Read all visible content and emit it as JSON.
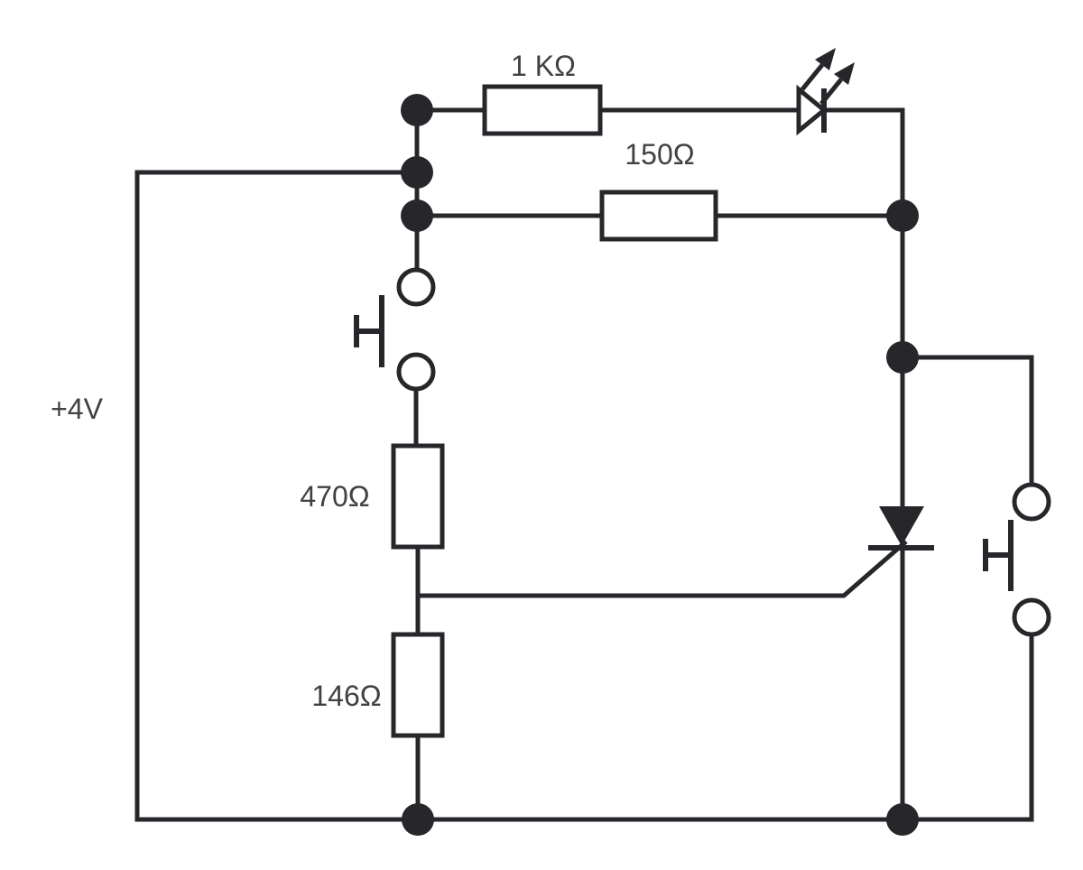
{
  "diagram": {
    "kind": "circuit-schematic",
    "background_color": "#ffffff",
    "line_color": "#27272b",
    "text_color": "#414145",
    "labels": {
      "supply": "+4V",
      "r1": "1 KΩ",
      "r2": "150Ω",
      "r3": "470Ω",
      "r4": "146Ω"
    },
    "components": [
      {
        "name": "supply-rail",
        "symbol": "power-rail",
        "label": "+4V"
      },
      {
        "name": "resistor-r1",
        "symbol": "resistor-box",
        "label": "1 KΩ"
      },
      {
        "name": "resistor-r2",
        "symbol": "resistor-box",
        "label": "150Ω"
      },
      {
        "name": "resistor-r3",
        "symbol": "resistor-box",
        "label": "470Ω"
      },
      {
        "name": "resistor-r4",
        "symbol": "resistor-box",
        "label": "146Ω"
      },
      {
        "name": "led-d1",
        "symbol": "led-diode-with-light-arrows",
        "label": ""
      },
      {
        "name": "scr-q1",
        "symbol": "thyristor-scr",
        "label": ""
      },
      {
        "name": "pushbutton-s1",
        "symbol": "momentary-pushbutton",
        "label": ""
      },
      {
        "name": "pushbutton-s2",
        "symbol": "momentary-pushbutton",
        "label": ""
      }
    ]
  }
}
